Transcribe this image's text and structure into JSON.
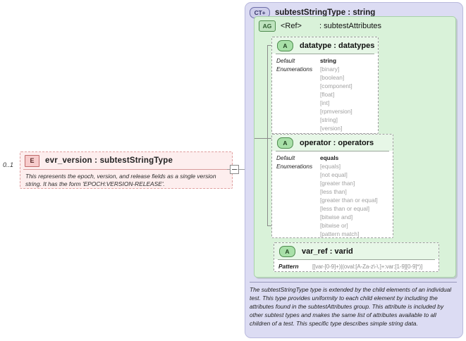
{
  "element": {
    "occurs": "0..1",
    "icon": "E",
    "icon_name": "element-icon",
    "title": "evr_version : subtestStringType",
    "documentation": "This represents the epoch, version, and release fields as a single version string.  It has the form 'EPOCH:VERSION-RELEASE'.",
    "connector_icon": "minus-box-icon"
  },
  "complex_type": {
    "icon": "CT+",
    "icon_name": "complex-type-icon",
    "title": "subtestStringType : string",
    "documentation": "The subtestStringType type is extended by the child elements of an individual test.  This type provides uniformity to each child element by including the attributes found in the subtestAttributes group.  This attribute is included by other subtest types and makes the same list of attributes available to all children of a test.  This specific type describes simple string data."
  },
  "attribute_group": {
    "icon": "AG",
    "icon_name": "attribute-group-icon",
    "ref_label": "<Ref>",
    "ref_name": ": subtestAttributes"
  },
  "attributes": [
    {
      "icon": "A",
      "icon_name": "attribute-icon",
      "title": "datatype : datatypes",
      "label_default": "Default",
      "label_enumerations": "Enumerations",
      "default_value": "string",
      "enumerations": [
        "[binary]",
        "[boolean]",
        "[component]",
        "[float]",
        "[int]",
        "[rpmversion]",
        "[string]",
        "[version]"
      ]
    },
    {
      "icon": "A",
      "icon_name": "attribute-icon",
      "title": "operator : operators",
      "label_default": "Default",
      "label_enumerations": "Enumerations",
      "default_value": "equals",
      "enumerations": [
        "[equals]",
        "[not equal]",
        "[greater than]",
        "[less than]",
        "[greater than or equal]",
        "[less than or equal]",
        "[bitwise and]",
        "[bitwise or]",
        "[pattern match]"
      ]
    },
    {
      "icon": "A",
      "icon_name": "attribute-icon",
      "title": "var_ref   : varid",
      "label_pattern": "Pattern",
      "pattern_value": "[[var-[0-9]+)|(oval:[A-Za-z\\-\\.]+:var:[1-9][0-9]*)]"
    }
  ]
}
